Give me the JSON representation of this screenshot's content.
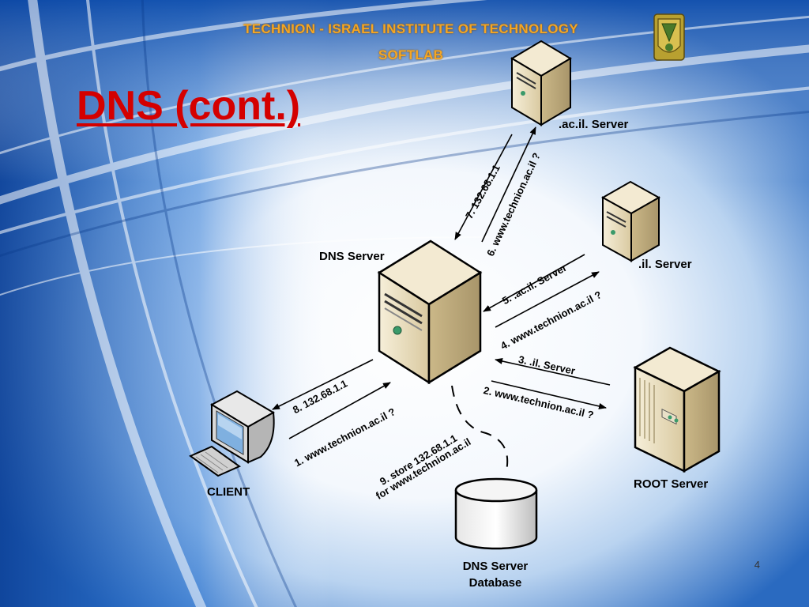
{
  "header": {
    "line1": "TECHNION - ISRAEL INSTITUTE OF  TECHNOLOGY",
    "line2": "SOFTLAB"
  },
  "title": "DNS (cont.)",
  "nodes": {
    "ac_il_server": ".ac.il. Server",
    "il_server": ".il. Server",
    "dns_server": "DNS Server",
    "root_server": "ROOT Server",
    "client": "CLIENT",
    "database_line1": "DNS Server",
    "database_line2": "Database"
  },
  "steps": {
    "s1": "1. www.technion.ac.il ?",
    "s2": "2. www.technion.ac.il ?",
    "s3": "3. .il. Server",
    "s4": "4. www.technion.ac.il ?",
    "s5": "5. .ac.il. Server",
    "s6": "6. www.technion.ac.il ?",
    "s7": "7. 132.68.1.1",
    "s8": "8. 132.68.1.1",
    "s9_line1": "9. store 132.68.1.1",
    "s9_line2": "for www.technion.ac.il"
  },
  "page_number": "4",
  "colors": {
    "title": "#d40000",
    "header": "#f5a623",
    "server_body": "#e8dcb8",
    "background_blue": "#1a5fb4"
  }
}
